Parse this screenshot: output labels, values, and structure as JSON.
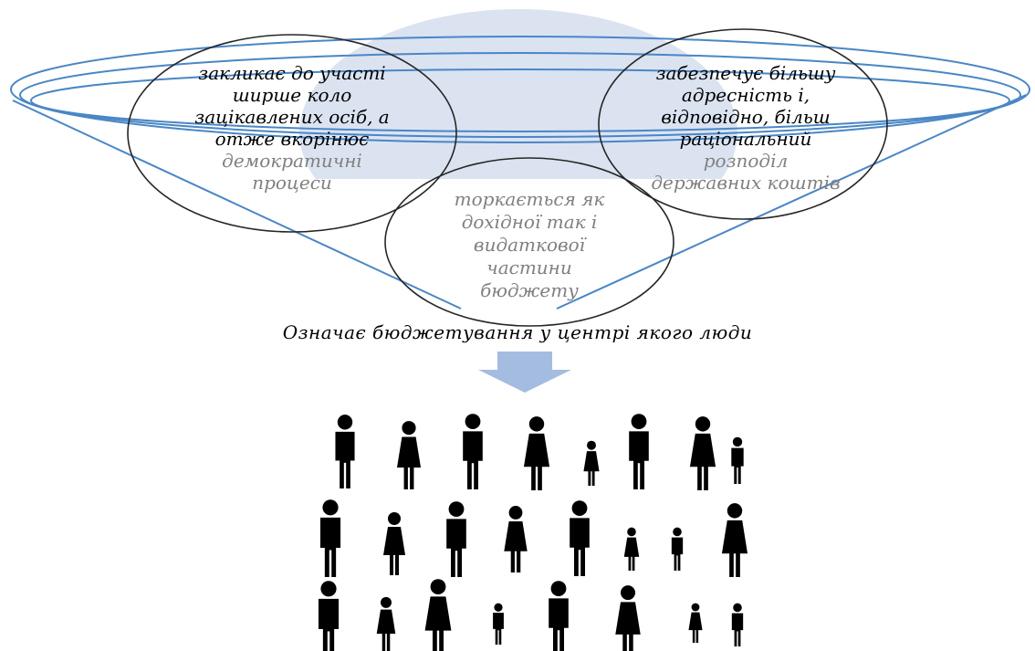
{
  "colors": {
    "funnel_stroke": "#4a86c5",
    "dome_fill": "#dbe3f1",
    "arrow_fill": "#a4bce0",
    "circle_stroke": "#262626",
    "figure_fill": "#000000",
    "emphasis_gray": "#808080"
  },
  "circles": {
    "left": {
      "lines_dark": [
        "закликає до участі",
        "ширше коло",
        "зацікавлених осіб, а",
        "отже вкорінює"
      ],
      "lines_gray": [
        "демократичні",
        "процеси"
      ]
    },
    "right": {
      "lines_dark": [
        "забезпечує більшу",
        "адресність і,",
        "відповідно, більш",
        "раціональний"
      ],
      "lines_gray": [
        "розподіл",
        "державних коштів"
      ]
    },
    "bottom": {
      "lines_dark": [],
      "lines_gray": [
        "торкається як",
        "дохідної так і",
        "видаткової",
        "частини",
        "бюджету"
      ]
    }
  },
  "caption": "Означає бюджетування у центрі якого люди",
  "icons": {
    "arrow": "down-arrow-icon",
    "people": "people-silhouettes-icon"
  }
}
